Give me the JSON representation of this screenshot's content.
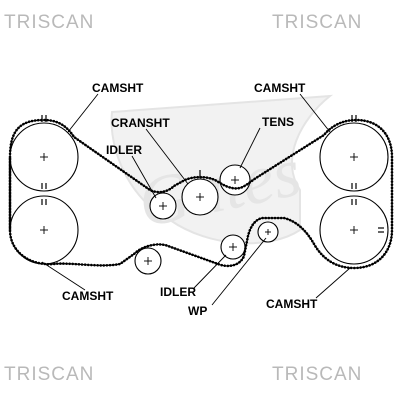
{
  "watermarks": {
    "top_left": "TRISCAN",
    "top_right": "TRISCAN",
    "bottom_left": "TRISCAN",
    "bottom_right": "TRISCAN"
  },
  "labels": {
    "camsht_top_left": "CAMSHT",
    "camsht_top_right": "CAMSHT",
    "cransht": "CRANSHT",
    "tens": "TENS",
    "idler_upper": "IDLER",
    "idler_lower": "IDLER",
    "wp": "WP",
    "camsht_bottom_left": "CAMSHT",
    "camsht_bottom_right": "CAMSHT"
  },
  "brand_watermark": "Gates",
  "colors": {
    "ink": "#000000",
    "watermark": "#b9b9b9",
    "logo": "#e6e6e6"
  }
}
